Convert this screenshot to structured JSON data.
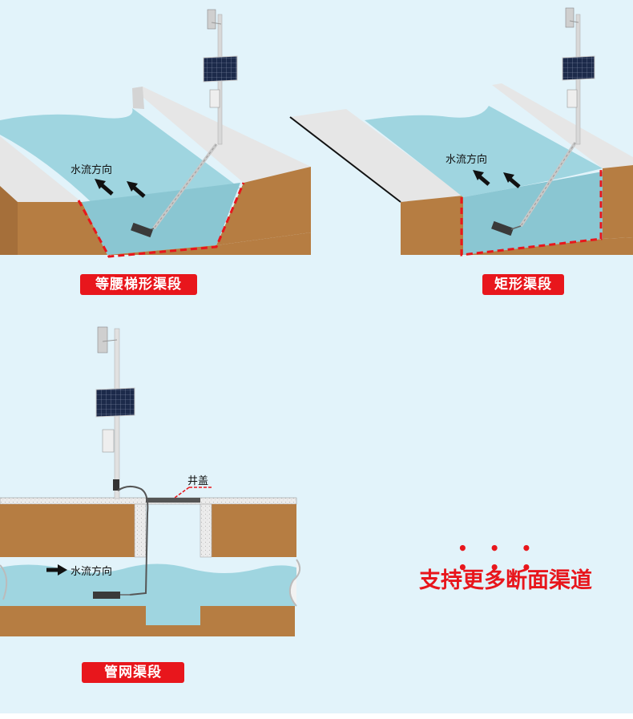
{
  "sections": {
    "trapezoid": {
      "label": "等腰梯形渠段",
      "flow_text": "水流方向"
    },
    "rectangle": {
      "label": "矩形渠段",
      "flow_text": "水流方向"
    },
    "pipe": {
      "label": "管网渠段",
      "flow_text": "水流方向",
      "cover_text": "井盖"
    }
  },
  "support": {
    "dots": "• • • • • •",
    "text": "支持更多断面渠道"
  },
  "colors": {
    "background": "#e2f3fa",
    "water": "#9fd5e0",
    "soil": "#b67d42",
    "bank": "#e6e6e6",
    "accent": "#e8161c"
  },
  "icons": [
    "solar-panel-icon",
    "weather-sensor-icon",
    "radar-sensor-icon",
    "flow-arrow-icon"
  ]
}
